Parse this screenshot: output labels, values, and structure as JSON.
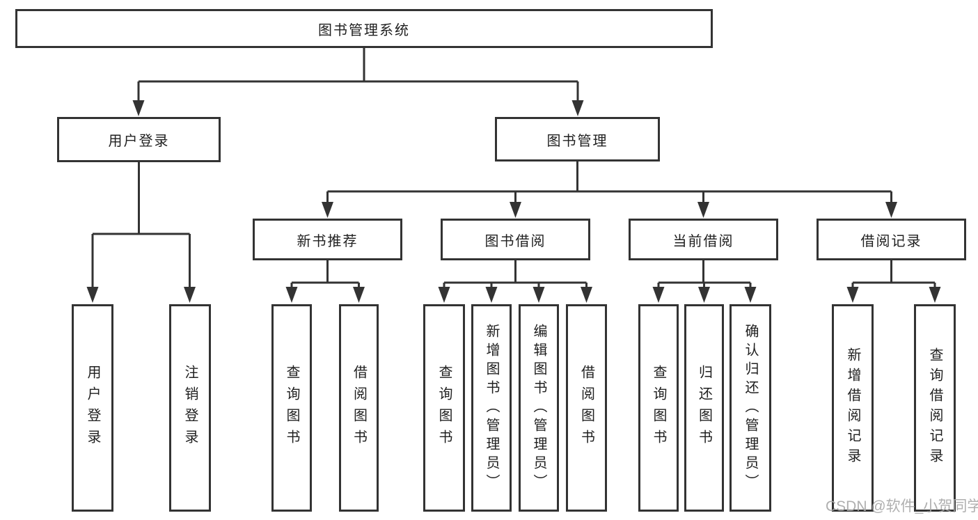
{
  "tree": {
    "root": "图书管理系统",
    "level2": [
      {
        "label": "用户登录"
      },
      {
        "label": "图书管理"
      }
    ],
    "level3": [
      {
        "label": "新书推荐"
      },
      {
        "label": "图书借阅"
      },
      {
        "label": "当前借阅"
      },
      {
        "label": "借阅记录"
      }
    ],
    "leaves": {
      "user_login": [
        "用户登录",
        "注销登录"
      ],
      "new_books": [
        "查询图书",
        "借阅图书"
      ],
      "borrow": [
        "查询图书",
        "新增图书（管理员）",
        "编辑图书（管理员）",
        "借阅图书"
      ],
      "current": [
        "查询图书",
        "归还图书",
        "确认归还（管理员）"
      ],
      "records": [
        "新增借阅记录",
        "查询借阅记录"
      ]
    }
  },
  "watermark": "CSDN @软件_小贺同学",
  "colors": {
    "line": "#333333",
    "box_border": "#333333",
    "text": "#1f1f1f",
    "watermark": "#a9a9a9",
    "background": "#ffffff"
  }
}
